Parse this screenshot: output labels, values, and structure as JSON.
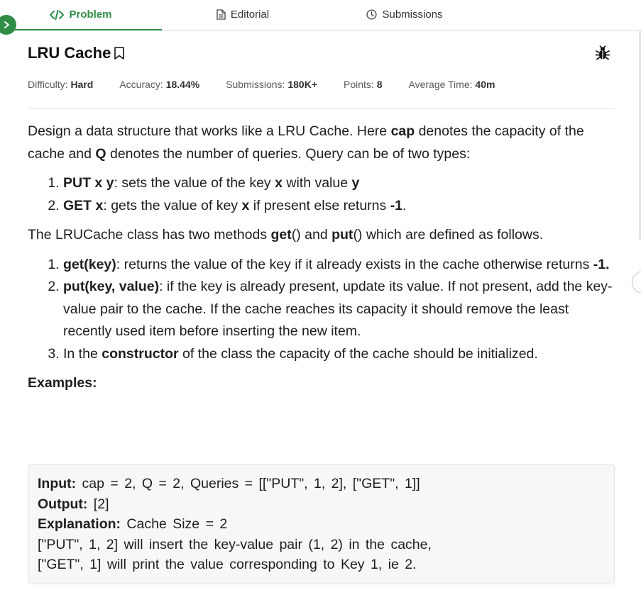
{
  "tabs": [
    {
      "label": "Problem",
      "icon": "code-icon",
      "active": true
    },
    {
      "label": "Editorial",
      "icon": "document-icon",
      "active": false
    },
    {
      "label": "Submissions",
      "icon": "clock-icon",
      "active": false
    }
  ],
  "problem": {
    "title": "LRU Cache",
    "meta": {
      "difficulty_label": "Difficulty: ",
      "difficulty_value": "Hard",
      "accuracy_label": "Accuracy: ",
      "accuracy_value": "18.44%",
      "submissions_label": "Submissions: ",
      "submissions_value": "180K+",
      "points_label": "Points: ",
      "points_value": "8",
      "time_label": "Average Time: ",
      "time_value": "40m"
    },
    "intro": {
      "t1": "Design a data structure that works like a LRU Cache. Here ",
      "b1": "cap",
      "t2": " denotes the capacity of the cache and ",
      "b2": "Q",
      "t3": " denotes the number of queries. Query can be of two types:"
    },
    "query_types": [
      {
        "b1": "PUT x y",
        "t1": ": sets the value of the key ",
        "b2": "x",
        "t2": " with value ",
        "b3": "y",
        "t3": ""
      },
      {
        "b1": "GET x",
        "t1": ": gets the value of key ",
        "b2": "x",
        "t2": " if present else returns ",
        "b3": "-1",
        "t3": "."
      }
    ],
    "methods_intro": {
      "t1": "The LRUCache class has two methods ",
      "b1": "get",
      "t2": "() and ",
      "b2": "put",
      "t3": "() which are defined as follows."
    },
    "methods": [
      {
        "b1": "get(key)",
        "t1": ": returns the value of the key if it already exists in the cache otherwise returns ",
        "b2": "-1.",
        "t2": ""
      },
      {
        "b1": "put(key, value)",
        "t1": ": if the key is already present, update its value. If not present, add the key-value pair to the cache. If the cache reaches its capacity it should remove the least recently used item before inserting the new item.",
        "b2": "",
        "t2": ""
      },
      {
        "b1": "",
        "t1": "In the ",
        "b2": "constructor",
        "t2": " of the class the capacity of the cache should be initialized."
      }
    ],
    "examples_heading": "Examples:",
    "example": {
      "input_label": "Input:",
      "input_value": " cap = 2, Q = 2, Queries = [[\"PUT\", 1, 2], [\"GET\", 1]]",
      "output_label": "Output:",
      "output_value": " [2]",
      "explanation_label": "Explanation:",
      "explanation_value": " Cache Size = 2",
      "line1": "[\"PUT\", 1, 2] will insert the key-value pair (1, 2) in the cache,",
      "line2": "[\"GET\", 1] will print the value corresponding to Key 1, ie 2."
    }
  },
  "colors": {
    "accent": "#2f8d46"
  }
}
